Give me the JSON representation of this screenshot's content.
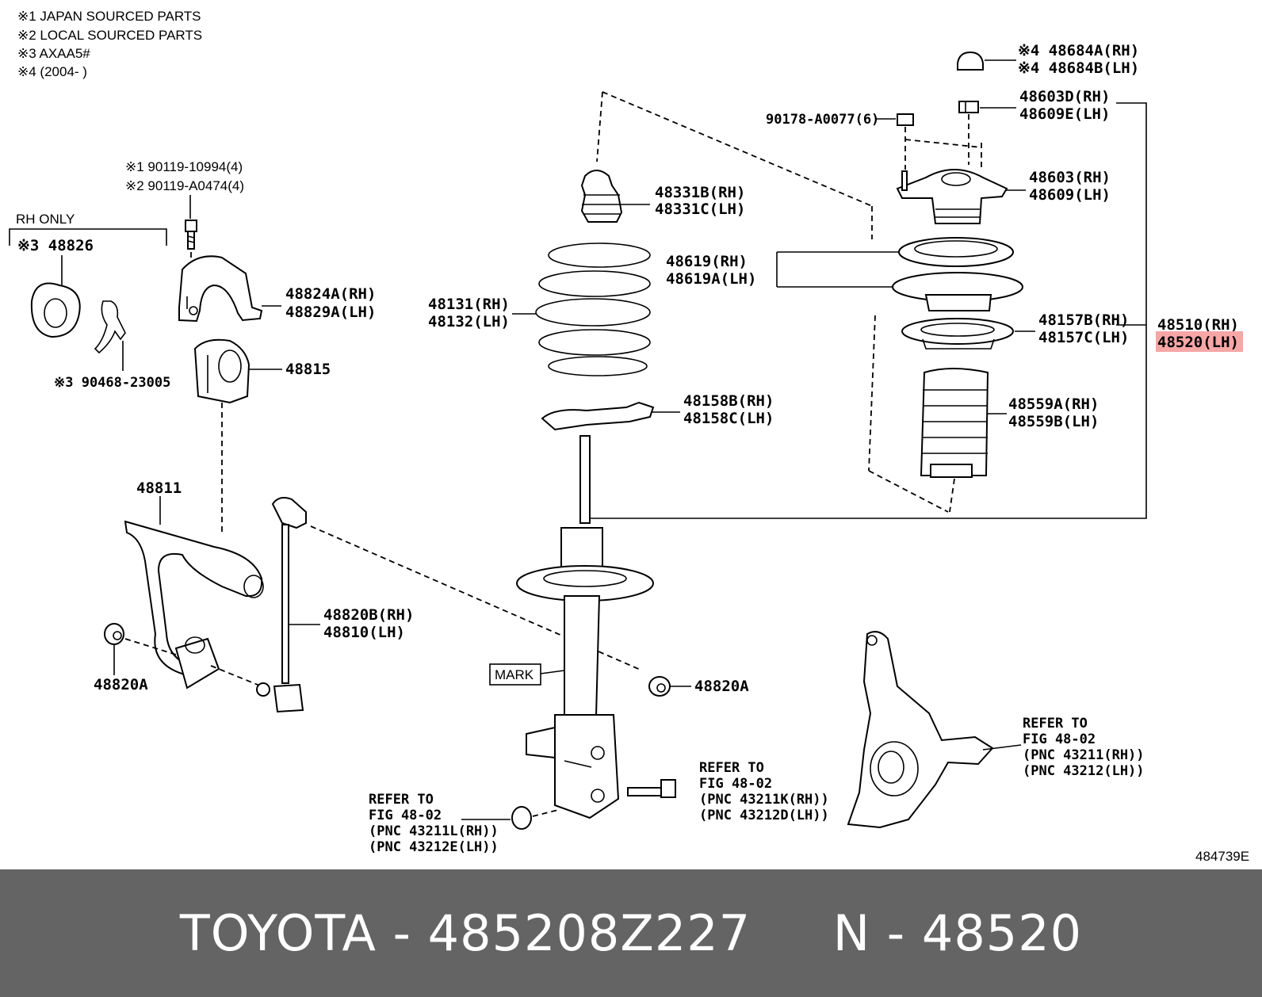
{
  "notes": [
    "※1 JAPAN SOURCED PARTS",
    "※2 LOCAL SOURCED PARTS",
    "※3 AXAA5#",
    "※4 (2004-      )"
  ],
  "labels": {
    "bolt_line1": "※1 90119-10994(4)",
    "bolt_line2": "※2 90119-A0474(4)",
    "rh_only": "RH ONLY",
    "p48826": "※3 48826",
    "clip": "※3 90468-23005",
    "bracket_rh": "48824A(RH)",
    "bracket_lh": "48829A(LH)",
    "bushing": "48815",
    "stabilizer_bar": "48811",
    "nut_left": "48820A",
    "link_rh": "48820B(RH)",
    "link_lh": "48810(LH)",
    "nut_right": "48820A",
    "spring_rh": "48131(RH)",
    "spring_lh": "48132(LH)",
    "bumper_rh": "48331B(RH)",
    "bumper_lh": "48331C(LH)",
    "seat_rh": "48619(RH)",
    "seat_lh": "48619A(LH)",
    "lower_insul_rh": "48158B(RH)",
    "lower_insul_lh": "48158C(LH)",
    "cap_rh": "※4 48684A(RH)",
    "cap_lh": "※4 48684B(LH)",
    "nut_top_rh": "48603D(RH)",
    "nut_top_lh": "48609E(LH)",
    "nut_small": "90178-A0077(6)",
    "mount_rh": "48603(RH)",
    "mount_lh": "48609(LH)",
    "upper_insul_rh": "48157B(RH)",
    "upper_insul_lh": "48157C(LH)",
    "boot_rh": "48559A(RH)",
    "boot_lh": "48559B(LH)",
    "strut_rh": "48510(RH)",
    "strut_lh": "48520(LH)",
    "mark": "MARK",
    "ref_left": [
      "REFER TO",
      "FIG 48-02",
      "(PNC 43211L(RH))",
      "(PNC 43212E(LH))"
    ],
    "ref_mid": [
      "REFER TO",
      "FIG 48-02",
      "(PNC 43211K(RH))",
      "(PNC 43212D(LH))"
    ],
    "ref_right": [
      "REFER TO",
      "FIG 48-02",
      "(PNC 43211(RH))",
      "(PNC 43212(LH))"
    ],
    "figure_id": "484739E"
  },
  "highlight_color": "#f7a6a6",
  "footer": {
    "text": "TOYOTA - 485208Z227     N - 48520"
  }
}
